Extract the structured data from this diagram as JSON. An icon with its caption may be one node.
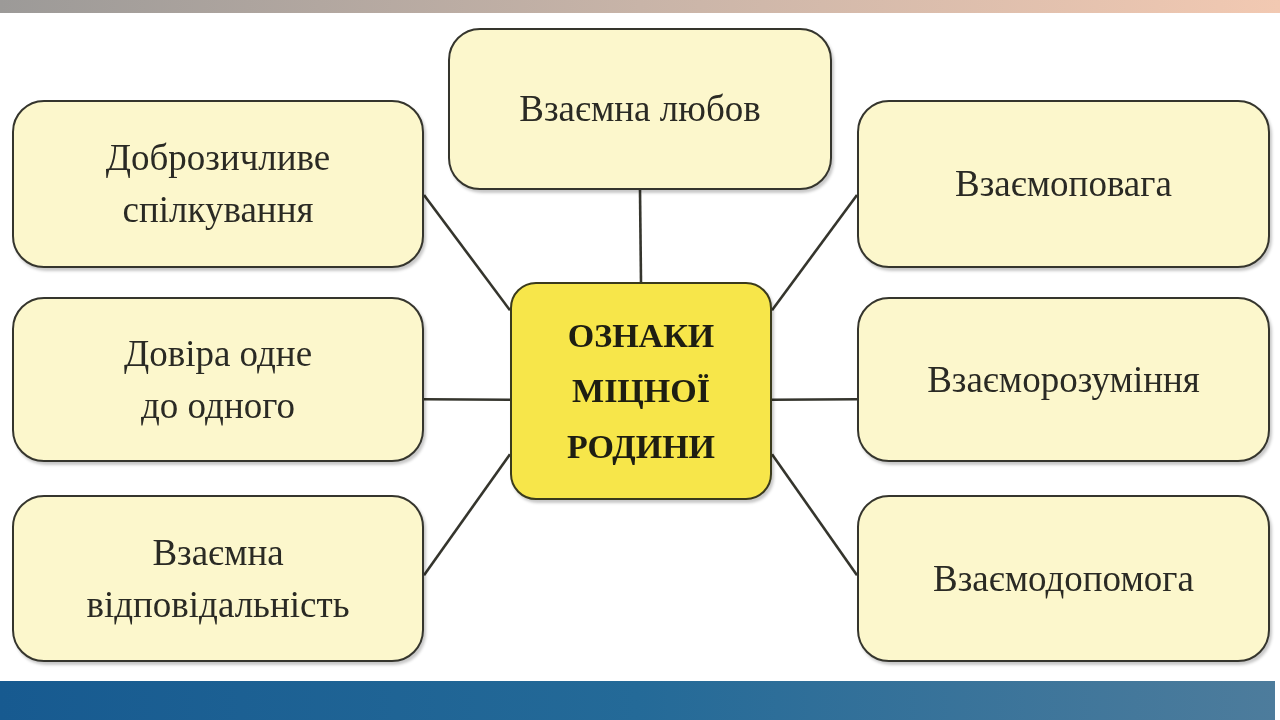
{
  "diagram": {
    "nodes": [
      {
        "text": [],
        "shape": "bar"
      },
      {
        "text": [
          "Взаємна любов"
        ]
      },
      {
        "text": [
          "Доброзичливе спілкування"
        ]
      },
      {
        "text": [
          "Взаємоповага"
        ]
      },
      {
        "text": [
          "Довіра одне до одного"
        ]
      },
      {
        "text": [
          "ОЗНАКИ МІЦНОЇ РОДИНИ"
        ]
      },
      {
        "text": [
          "Взаєморозуміння"
        ]
      },
      {
        "text": [
          "Взаємна відповідальність"
        ]
      },
      {
        "text": [
          "Взаємодопомога"
        ]
      },
      {
        "text": [],
        "shape": "bar"
      }
    ],
    "edges": [
      {
        "from": 5,
        "to": 1,
        "arrow": "none"
      },
      {
        "from": 5,
        "to": 2,
        "arrow": "none"
      },
      {
        "from": 5,
        "to": 3,
        "arrow": "none"
      },
      {
        "from": 5,
        "to": 4,
        "arrow": "none"
      },
      {
        "from": 5,
        "to": 6,
        "arrow": "none"
      },
      {
        "from": 5,
        "to": 7,
        "arrow": "none"
      },
      {
        "from": 5,
        "to": 8,
        "arrow": "none"
      }
    ]
  }
}
